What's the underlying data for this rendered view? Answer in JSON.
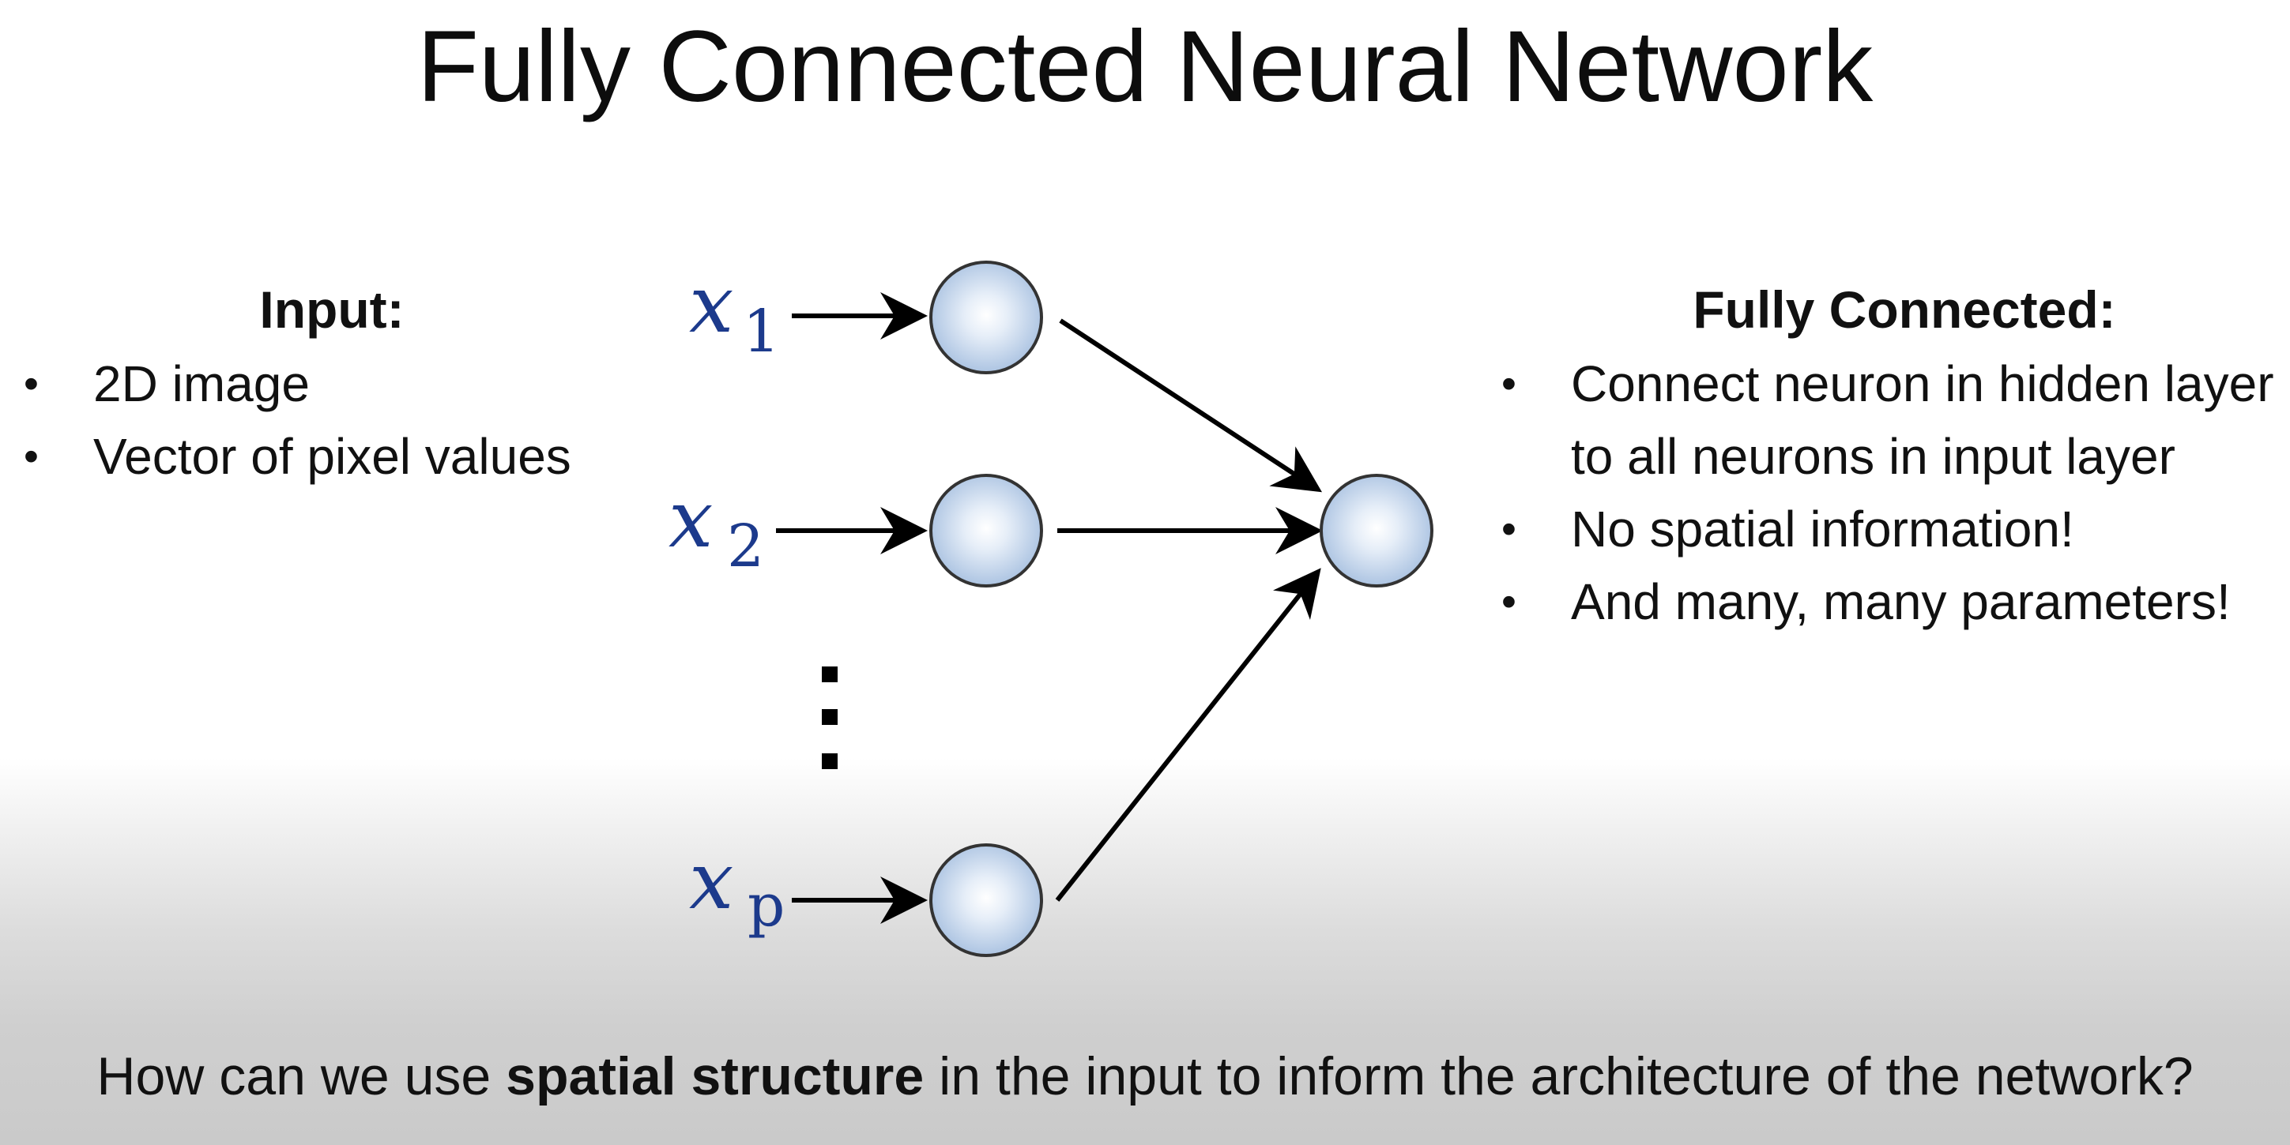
{
  "title": "Fully Connected Neural Network",
  "input_panel": {
    "heading": "Input:",
    "bullets": [
      "2D image",
      "Vector of pixel values"
    ]
  },
  "fc_panel": {
    "heading": "Fully Connected:",
    "bullets": [
      "Connect neuron in hidden layer to all neurons in input layer",
      "No spatial information!",
      "And many, many parameters!"
    ]
  },
  "diagram": {
    "inputs": [
      {
        "var": "x",
        "sub": "1"
      },
      {
        "var": "x",
        "sub": "2"
      },
      {
        "var": "x",
        "sub": "p"
      }
    ]
  },
  "question": {
    "before": "How can we use ",
    "emphasis": "spatial structure",
    "after": " in the input to inform the architecture of the network?"
  }
}
